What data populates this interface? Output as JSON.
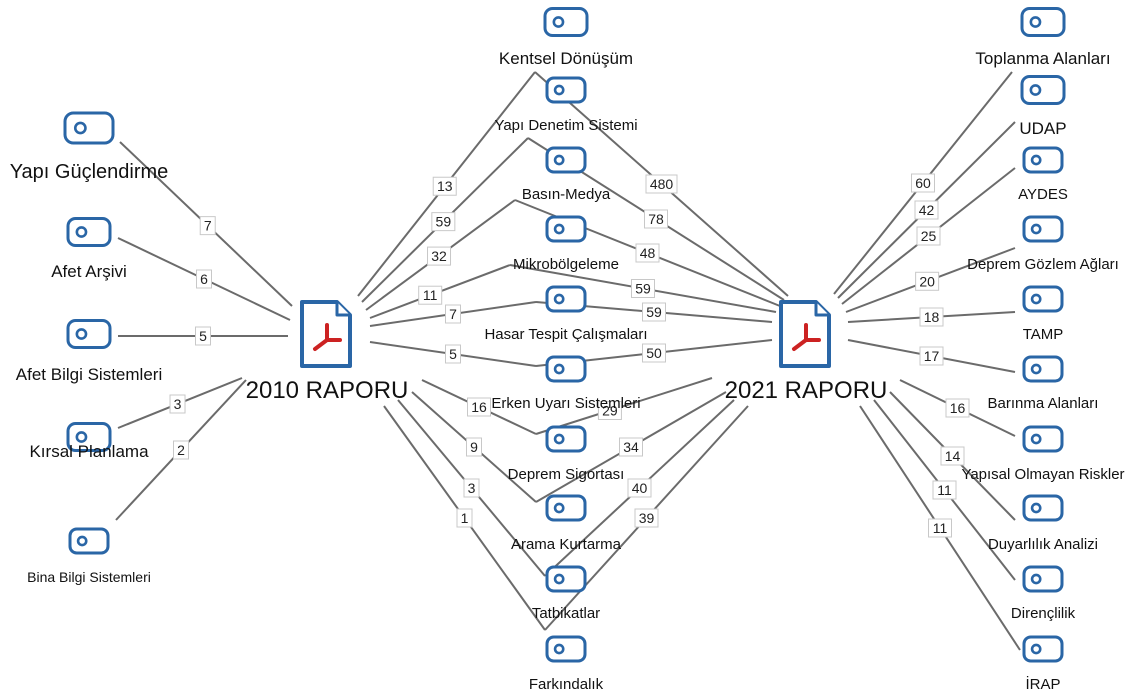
{
  "reports": [
    {
      "id": "r2010",
      "label": "2010 RAPORU"
    },
    {
      "id": "r2021",
      "label": "2021 RAPORU"
    }
  ],
  "topics": [
    {
      "id": "yapi-guclendirme",
      "label": "Yapı Güçlendirme"
    },
    {
      "id": "afet-arsivi",
      "label": "Afet Arşivi"
    },
    {
      "id": "afet-bilgi-sistemleri",
      "label": "Afet Bilgi Sistemleri"
    },
    {
      "id": "kirsal-planlama",
      "label": "Kırsal Planlama"
    },
    {
      "id": "bina-bilgi-sistemleri",
      "label": "Bina Bilgi Sistemleri"
    },
    {
      "id": "kentsel-donusum",
      "label": "Kentsel Dönüşüm"
    },
    {
      "id": "yapi-denetim-sistemi",
      "label": "Yapı Denetim Sistemi"
    },
    {
      "id": "basin-medya",
      "label": "Basın-Medya"
    },
    {
      "id": "mikrobolgeleme",
      "label": "Mikrobölgeleme"
    },
    {
      "id": "hasar-tespit",
      "label": "Hasar Tespit Çalışmaları"
    },
    {
      "id": "erken-uyari",
      "label": "Erken Uyarı Sistemleri"
    },
    {
      "id": "deprem-sigortasi",
      "label": "Deprem Sigortası"
    },
    {
      "id": "arama-kurtarma",
      "label": "Arama Kurtarma"
    },
    {
      "id": "tatbikatlar",
      "label": "Tatbikatlar"
    },
    {
      "id": "farkindalik",
      "label": "Farkındalık"
    },
    {
      "id": "toplanma-alanlari",
      "label": "Toplanma Alanları"
    },
    {
      "id": "udap",
      "label": "UDAP"
    },
    {
      "id": "aydes",
      "label": "AYDES"
    },
    {
      "id": "deprem-gozlem",
      "label": "Deprem Gözlem Ağları"
    },
    {
      "id": "tamp",
      "label": "TAMP"
    },
    {
      "id": "barinma-alanlari",
      "label": "Barınma Alanları"
    },
    {
      "id": "yapisal-olmayan",
      "label": "Yapısal Olmayan Riskler"
    },
    {
      "id": "duyarlilik-analizi",
      "label": "Duyarlılık Analizi"
    },
    {
      "id": "dirensilik",
      "label": "Dirençlilik"
    },
    {
      "id": "irap",
      "label": "İRAP"
    }
  ],
  "edges": [
    {
      "report": "r2010",
      "topic": "yapi-guclendirme",
      "value": "7"
    },
    {
      "report": "r2010",
      "topic": "afet-arsivi",
      "value": "6"
    },
    {
      "report": "r2010",
      "topic": "afet-bilgi-sistemleri",
      "value": "5"
    },
    {
      "report": "r2010",
      "topic": "kirsal-planlama",
      "value": "3"
    },
    {
      "report": "r2010",
      "topic": "bina-bilgi-sistemleri",
      "value": "2"
    },
    {
      "report": "r2010",
      "topic": "kentsel-donusum",
      "value": "13"
    },
    {
      "report": "r2010",
      "topic": "yapi-denetim-sistemi",
      "value": "59"
    },
    {
      "report": "r2010",
      "topic": "basin-medya",
      "value": "32"
    },
    {
      "report": "r2010",
      "topic": "mikrobolgeleme",
      "value": "11"
    },
    {
      "report": "r2010",
      "topic": "hasar-tespit",
      "value": "7"
    },
    {
      "report": "r2010",
      "topic": "erken-uyari",
      "value": "5"
    },
    {
      "report": "r2010",
      "topic": "deprem-sigortasi",
      "value": "16"
    },
    {
      "report": "r2010",
      "topic": "arama-kurtarma",
      "value": "9"
    },
    {
      "report": "r2010",
      "topic": "tatbikatlar",
      "value": "3"
    },
    {
      "report": "r2010",
      "topic": "farkindalik",
      "value": "1"
    },
    {
      "report": "r2021",
      "topic": "kentsel-donusum",
      "value": "480"
    },
    {
      "report": "r2021",
      "topic": "yapi-denetim-sistemi",
      "value": "78"
    },
    {
      "report": "r2021",
      "topic": "basin-medya",
      "value": "48"
    },
    {
      "report": "r2021",
      "topic": "mikrobolgeleme",
      "value": "59"
    },
    {
      "report": "r2021",
      "topic": "hasar-tespit",
      "value": "59"
    },
    {
      "report": "r2021",
      "topic": "erken-uyari",
      "value": "50"
    },
    {
      "report": "r2021",
      "topic": "deprem-sigortasi",
      "value": "29"
    },
    {
      "report": "r2021",
      "topic": "arama-kurtarma",
      "value": "34"
    },
    {
      "report": "r2021",
      "topic": "tatbikatlar",
      "value": "40"
    },
    {
      "report": "r2021",
      "topic": "farkindalik",
      "value": "39"
    },
    {
      "report": "r2021",
      "topic": "toplanma-alanlari",
      "value": "60"
    },
    {
      "report": "r2021",
      "topic": "udap",
      "value": "42"
    },
    {
      "report": "r2021",
      "topic": "aydes",
      "value": "25"
    },
    {
      "report": "r2021",
      "topic": "deprem-gozlem",
      "value": "20"
    },
    {
      "report": "r2021",
      "topic": "tamp",
      "value": "18"
    },
    {
      "report": "r2021",
      "topic": "barinma-alanlari",
      "value": "17"
    },
    {
      "report": "r2021",
      "topic": "yapisal-olmayan",
      "value": "16"
    },
    {
      "report": "r2021",
      "topic": "duyarlilik-analizi",
      "value": "14"
    },
    {
      "report": "r2021",
      "topic": "dirensilik",
      "value": "11"
    },
    {
      "report": "r2021",
      "topic": "irap",
      "value": "11"
    }
  ],
  "colors": {
    "icon": "#2a66a6",
    "pdf": "#cc2222",
    "edge": "#6b6b6b"
  }
}
